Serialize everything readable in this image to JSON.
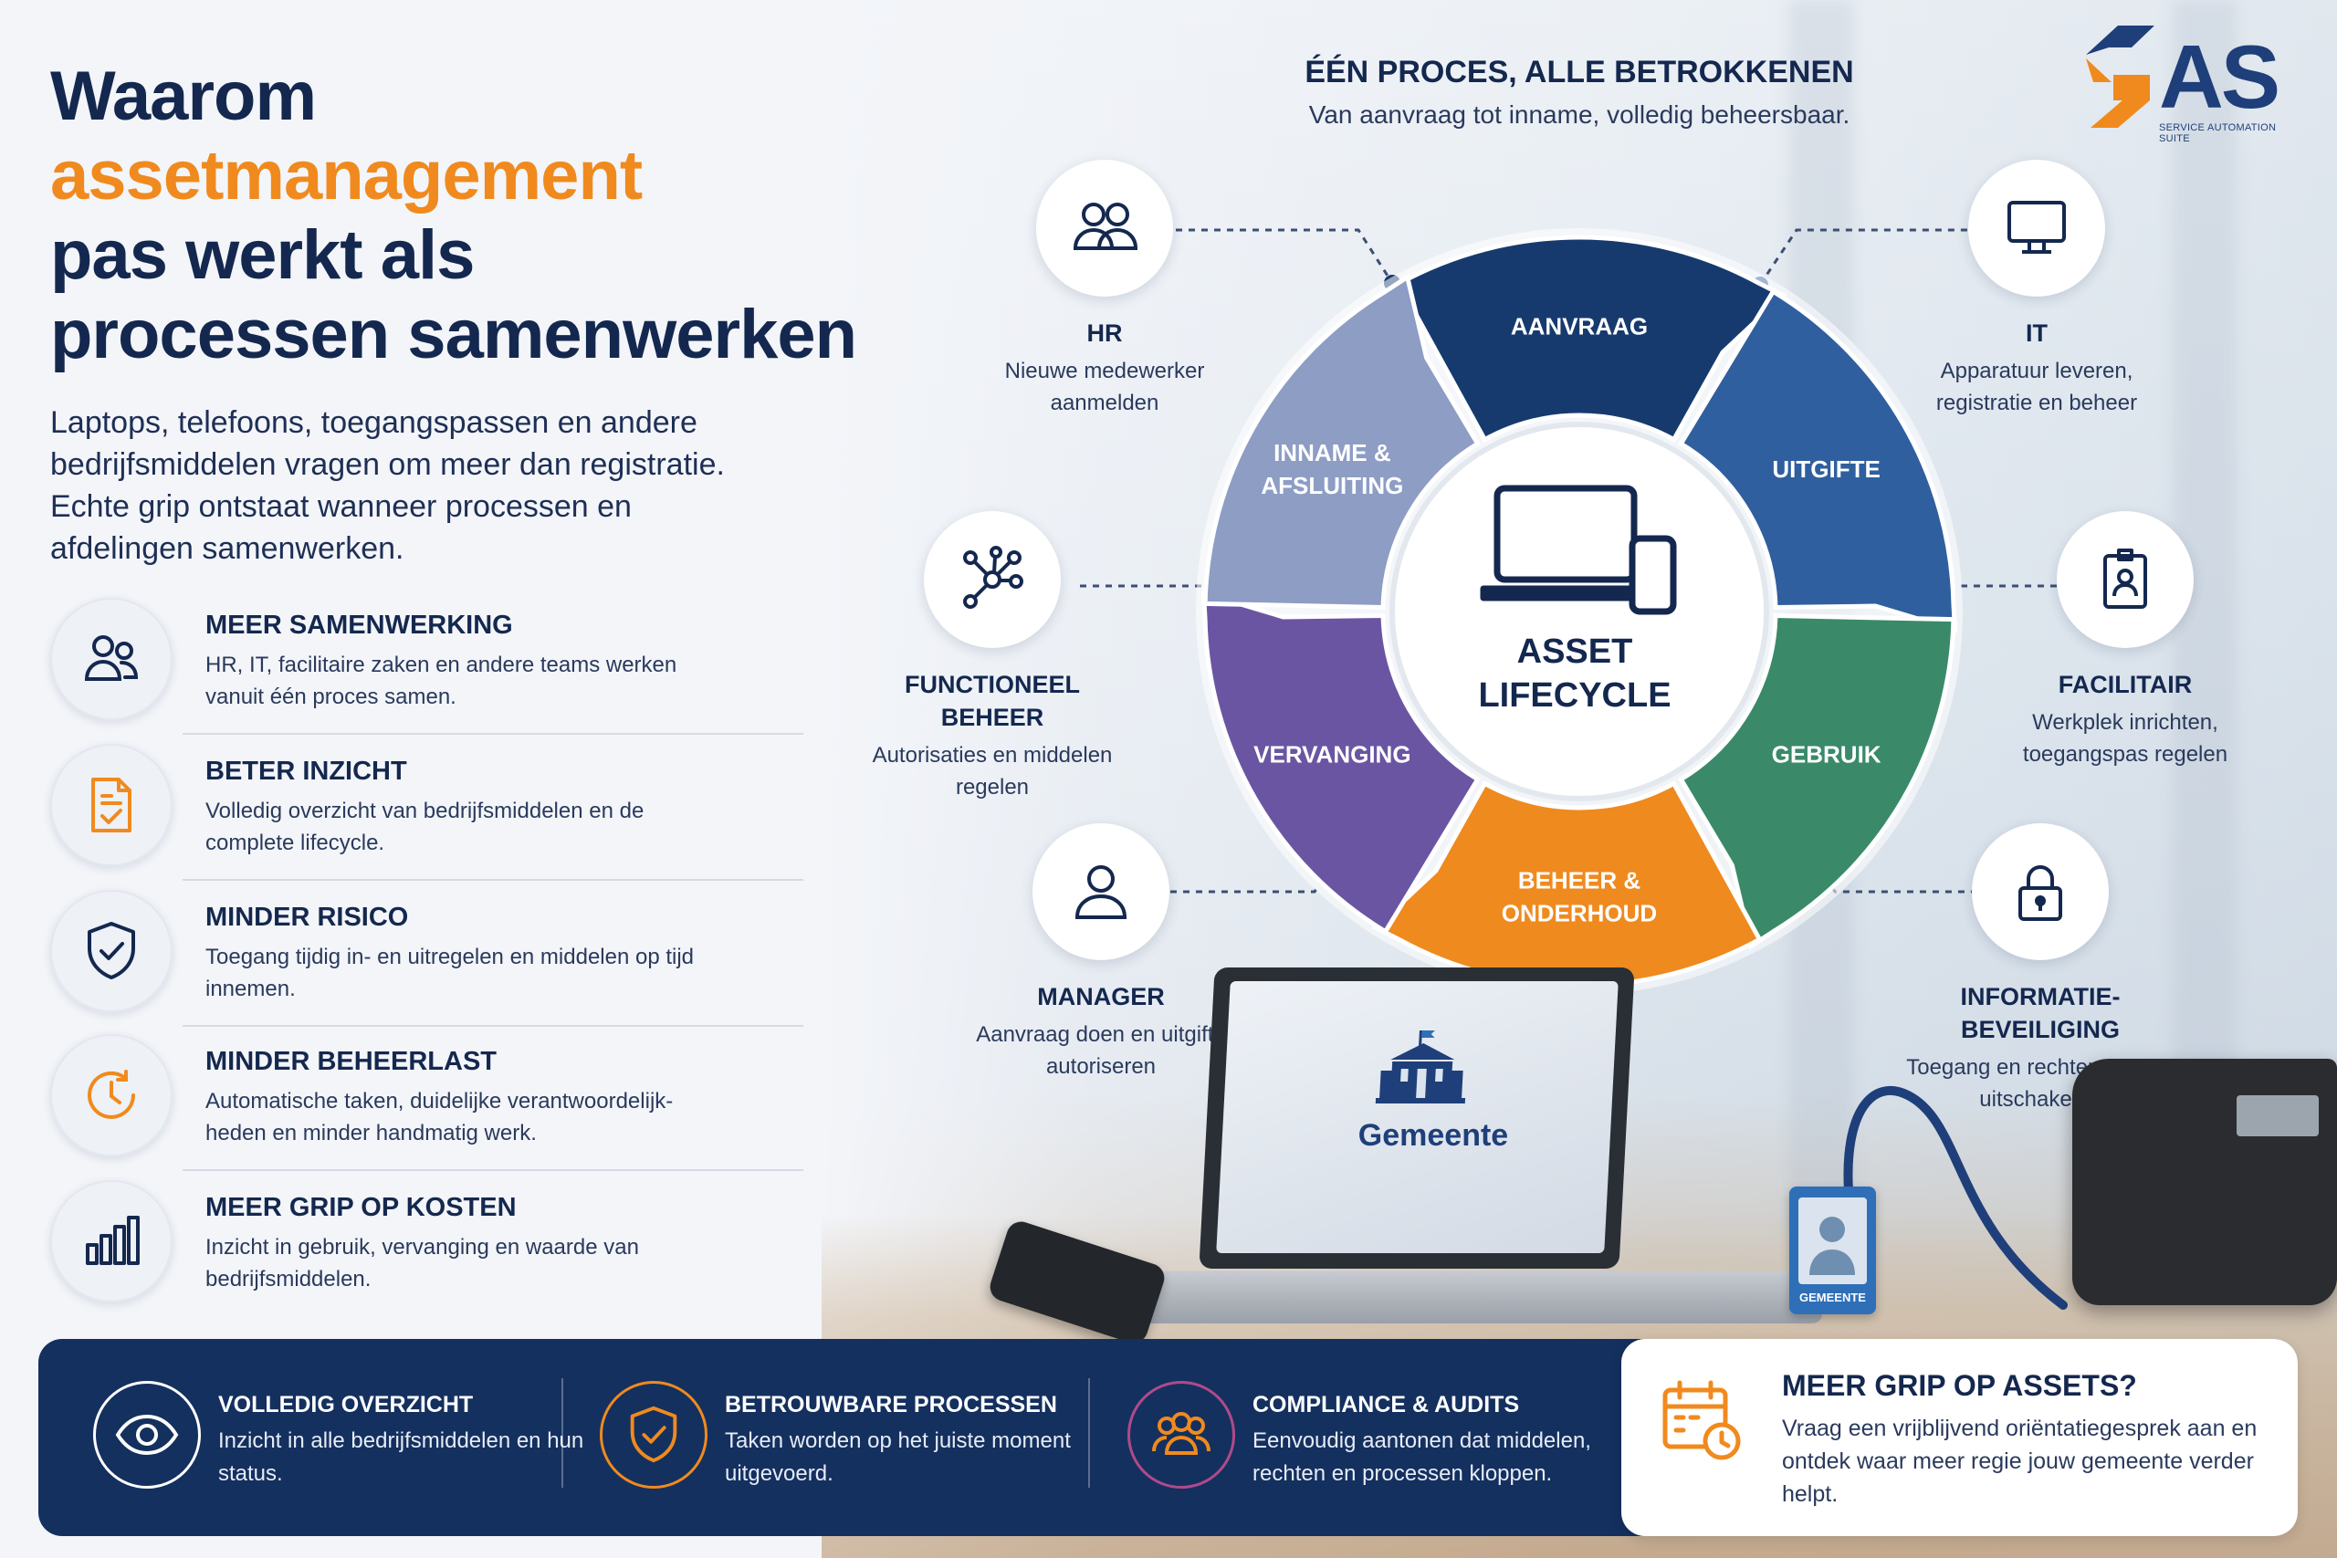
{
  "title": {
    "line1": "Waarom",
    "line2": "assetmanagement",
    "line3": "pas werkt als",
    "line4": "processen samenwerken"
  },
  "intro": "Laptops, telefoons, toegangspassen en andere bedrijfsmiddelen vragen om meer dan registratie. Echte grip ontstaat wanneer processen en afdelingen samenwerken.",
  "benefits": [
    {
      "icon": "team-icon",
      "title": "MEER SAMENWERKING",
      "desc": "HR, IT, facilitaire zaken en andere teams werken vanuit één proces samen."
    },
    {
      "icon": "document-check-icon",
      "title": "BETER INZICHT",
      "desc": "Volledig overzicht van bedrijfsmiddelen en de complete lifecycle."
    },
    {
      "icon": "shield-check-icon",
      "title": "MINDER RISICO",
      "desc": "Toegang tijdig in- en uitregelen en middelen op tijd innemen."
    },
    {
      "icon": "clock-icon",
      "title": "MINDER BEHEERLAST",
      "desc": "Automatische taken, duidelijke verantwoordelijk-heden en minder handmatig werk."
    },
    {
      "icon": "bar-chart-icon",
      "title": "MEER GRIP OP KOSTEN",
      "desc": "Inzicht in gebruik, vervanging en waarde van bedrijfsmiddelen."
    }
  ],
  "hub": {
    "title": "ÉÉN PROCES, ALLE BETROKKENEN",
    "subtitle": "Van aanvraag tot inname, volledig beheersbaar.",
    "center_line1": "ASSET",
    "center_line2": "LIFECYCLE"
  },
  "logo": {
    "text": "AS",
    "tagline": "SERVICE AUTOMATION SUITE"
  },
  "lifecycle": [
    {
      "line1": "AANVRAAG",
      "line2": "",
      "color": "#173a6e"
    },
    {
      "line1": "UITGIFTE",
      "line2": "",
      "color": "#2f5f9e"
    },
    {
      "line1": "GEBRUIK",
      "line2": "",
      "color": "#3a8a6a"
    },
    {
      "line1": "BEHEER &",
      "line2": "ONDERHOUD",
      "color": "#ef8a1f"
    },
    {
      "line1": "VERVANGING",
      "line2": "",
      "color": "#6a55a3"
    },
    {
      "line1": "INNAME &",
      "line2": "AFSLUITING",
      "color": "#8d9dc4"
    }
  ],
  "stakeholders": {
    "hr": {
      "title": "HR",
      "desc": "Nieuwe medewerker aanmelden",
      "icon": "people-icon"
    },
    "it": {
      "title": "IT",
      "desc": "Apparatuur leveren, registratie en beheer",
      "icon": "monitor-icon"
    },
    "fb": {
      "title": "FUNCTIONEEL BEHEER",
      "desc": "Autorisaties en middelen regelen",
      "icon": "network-icon"
    },
    "fac": {
      "title": "FACILITAIR",
      "desc": "Werkplek inrichten, toegangspas regelen",
      "icon": "id-badge-icon"
    },
    "man": {
      "title": "MANAGER",
      "desc": "Aanvraag doen en uitgifte autoriseren",
      "icon": "user-icon"
    },
    "inf": {
      "title": "INFORMATIE-BEVEILIGING",
      "desc": "Toegang en rechten toe- en uitschakelen",
      "icon": "lock-icon"
    }
  },
  "scene": {
    "laptop_text": "Gemeente",
    "badge_text": "GEMEENTE"
  },
  "features": [
    {
      "icon": "eye-icon",
      "title": "VOLLEDIG OVERZICHT",
      "desc": "Inzicht in alle bedrijfsmiddelen en hun status."
    },
    {
      "icon": "shield-check-icon",
      "title": "BETROUWBARE PROCESSEN",
      "desc": "Taken worden op het juiste moment uitgevoerd."
    },
    {
      "icon": "group-icon",
      "title": "COMPLIANCE & AUDITS",
      "desc": "Eenvoudig aantonen dat middelen, rechten en processen kloppen."
    }
  ],
  "cta": {
    "icon": "calendar-clock-icon",
    "title": "MEER GRIP OP ASSETS?",
    "desc": "Vraag een vrijblijvend oriëntatiegesprek aan en ontdek waar meer regie jouw gemeente verder helpt."
  },
  "colors": {
    "navy": "#14284f",
    "orange": "#f08a1e",
    "bar": "#14305f"
  }
}
